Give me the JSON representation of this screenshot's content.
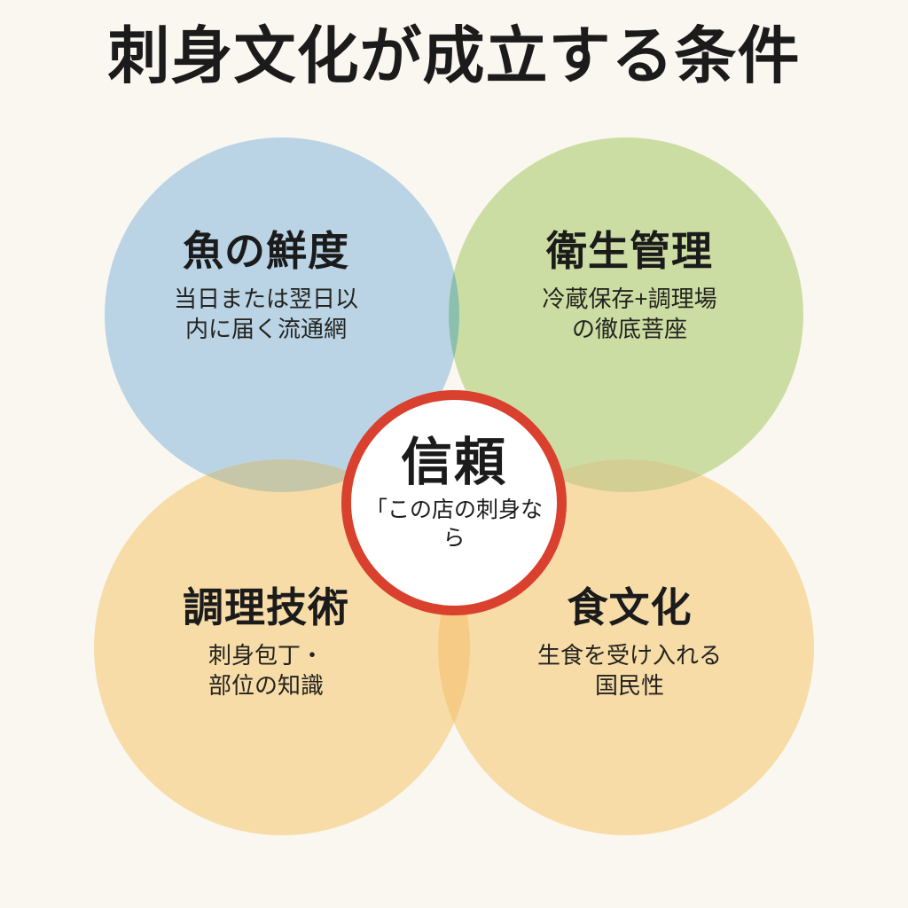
{
  "header": {
    "title": "刺身文化が成立する条件"
  },
  "diagram": {
    "type": "venn-4-circle",
    "background_color": "#FAF7F0",
    "text_color": "#1B1B1B",
    "lobes": [
      {
        "id": "fish-freshness",
        "position": "top-left",
        "title": "魚の鮮度",
        "subtitle": "当日または翌日以\n内に届く流通網",
        "subtitle_line1": "当日または翌日以",
        "subtitle_line2": "内に届く流通網",
        "color": "#BAD4E5"
      },
      {
        "id": "hygiene-management",
        "position": "top-right",
        "title": "衛生管理",
        "subtitle_line1": "冷蔵保存+調理場",
        "subtitle_line2": "の徹底菩座",
        "color": "#CCDDA3"
      },
      {
        "id": "cooking-technique",
        "position": "bottom-left",
        "title": "調理技術",
        "subtitle_line1": "刺身包丁・",
        "subtitle_line2": "部位の知識",
        "color": "#F7DCA8"
      },
      {
        "id": "food-culture",
        "position": "bottom-right",
        "title": "食文化",
        "subtitle_line1": "生食を受け入れる",
        "subtitle_line2": "国民性",
        "color": "#F7DCA8"
      }
    ],
    "center": {
      "id": "trust",
      "title": "信頼",
      "subtitle": "「この店の刺身なら",
      "fill_color": "#FFFFFF",
      "ring_color": "#D9402E"
    }
  }
}
